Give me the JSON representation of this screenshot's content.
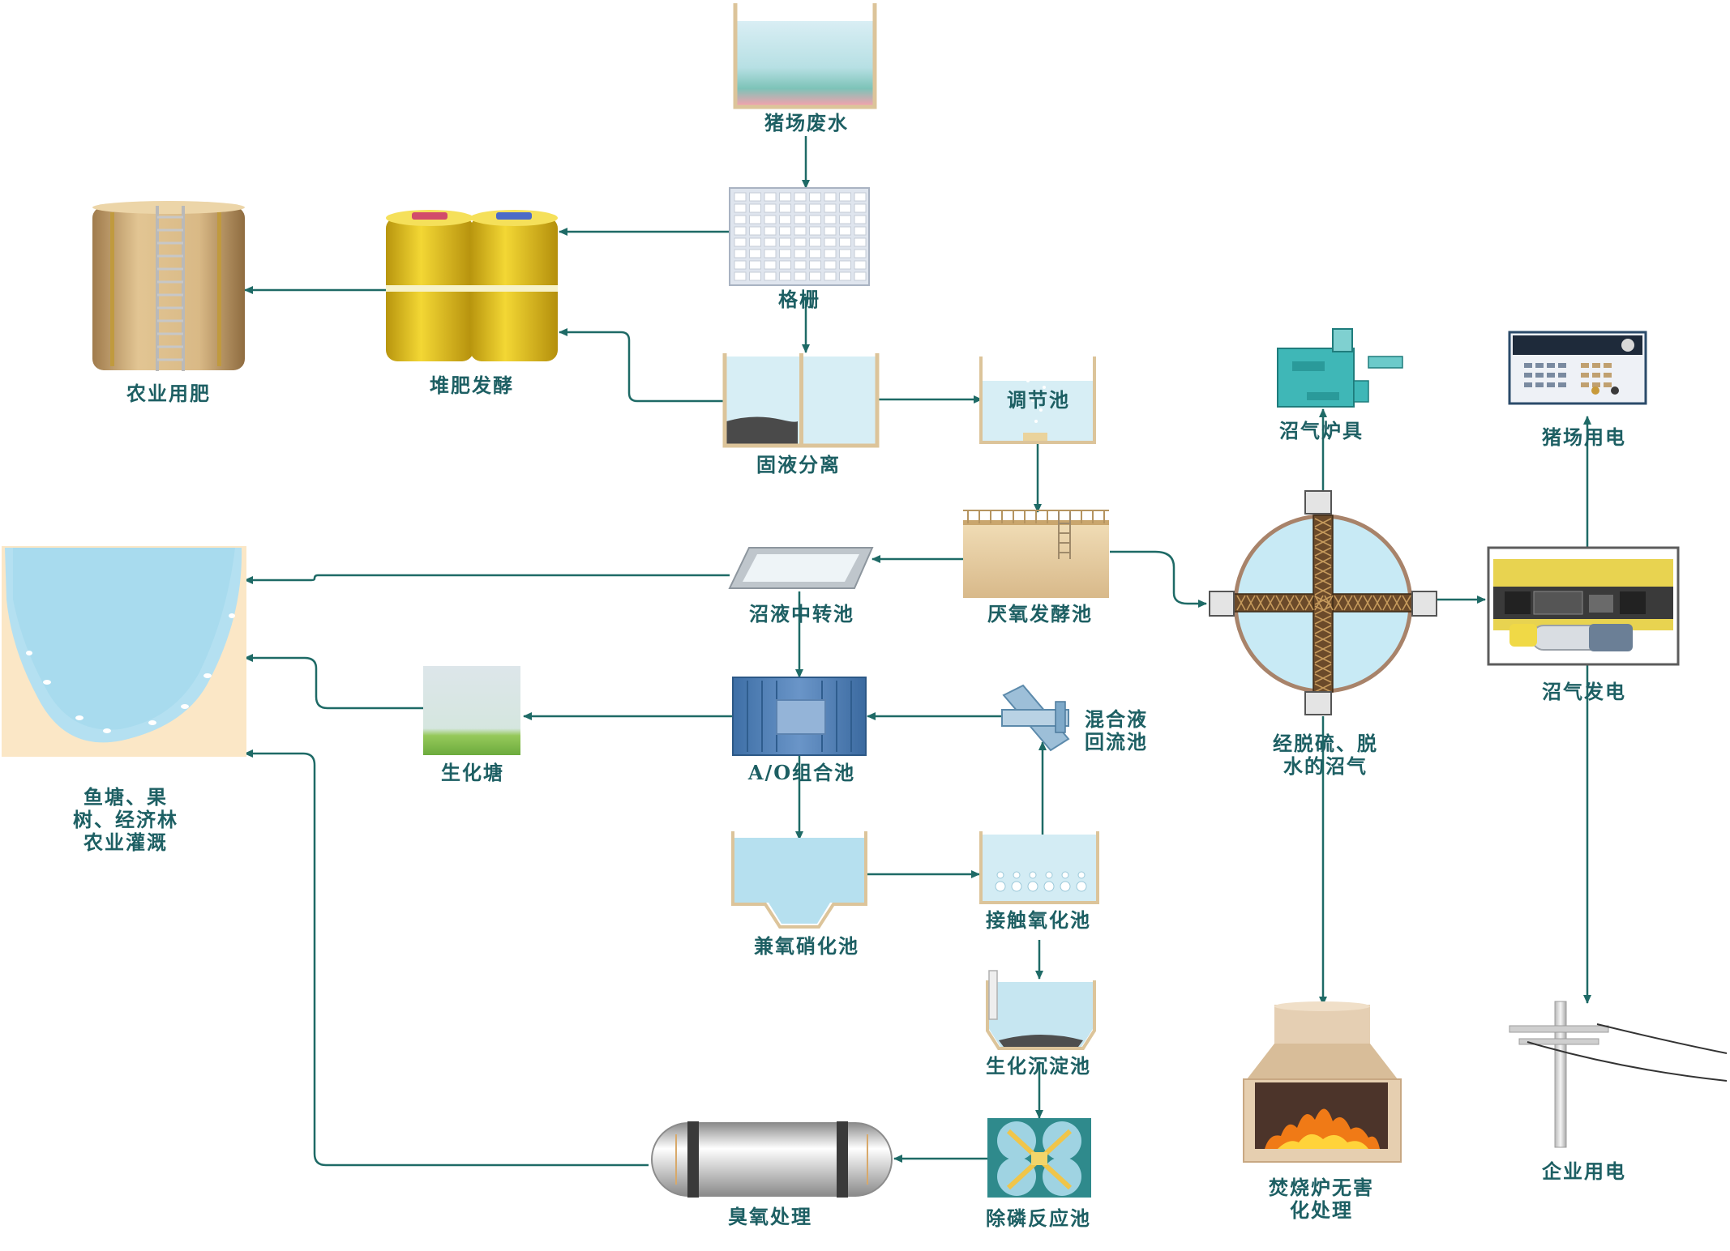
{
  "colors": {
    "arrow": "#1e6a66",
    "label": "#1d5f63",
    "water": "#b9e3f0",
    "tank_wall": "#e7cf9f"
  },
  "nodes": {
    "pig_wastewater": "猪场废水",
    "grille": "格栅",
    "compost_fermentation": "堆肥发酵",
    "agri_fertilizer": "农业用肥",
    "solid_liquid_separation": "固液分离",
    "regulating_tank": "调节池",
    "anaerobic_tank": "厌氧发酵池",
    "biogas_transfer_tank": "沼液中转池",
    "ao_tank": "A/O组合池",
    "mixed_reflux_tank": "混合液\n回流池",
    "bio_pond": "生化塘",
    "fishpond_irrigation": "鱼塘、果\n树、经济林\n农业灌溉",
    "facultative_tank": "兼氧硝化池",
    "contact_oxidation_tank": "接触氧化池",
    "bio_sedimentation_tank": "生化沉淀池",
    "dephosphorization_tank": "除磷反应池",
    "ozone_treatment": "臭氧处理",
    "desulfurized_biogas": "经脱硫、脱\n水的沼气",
    "biogas_stove": "沼气炉具",
    "pig_farm_power": "猪场用电",
    "biogas_power": "沼气发电",
    "incinerator": "焚烧炉无害\n化处理",
    "enterprise_power": "企业用电"
  }
}
